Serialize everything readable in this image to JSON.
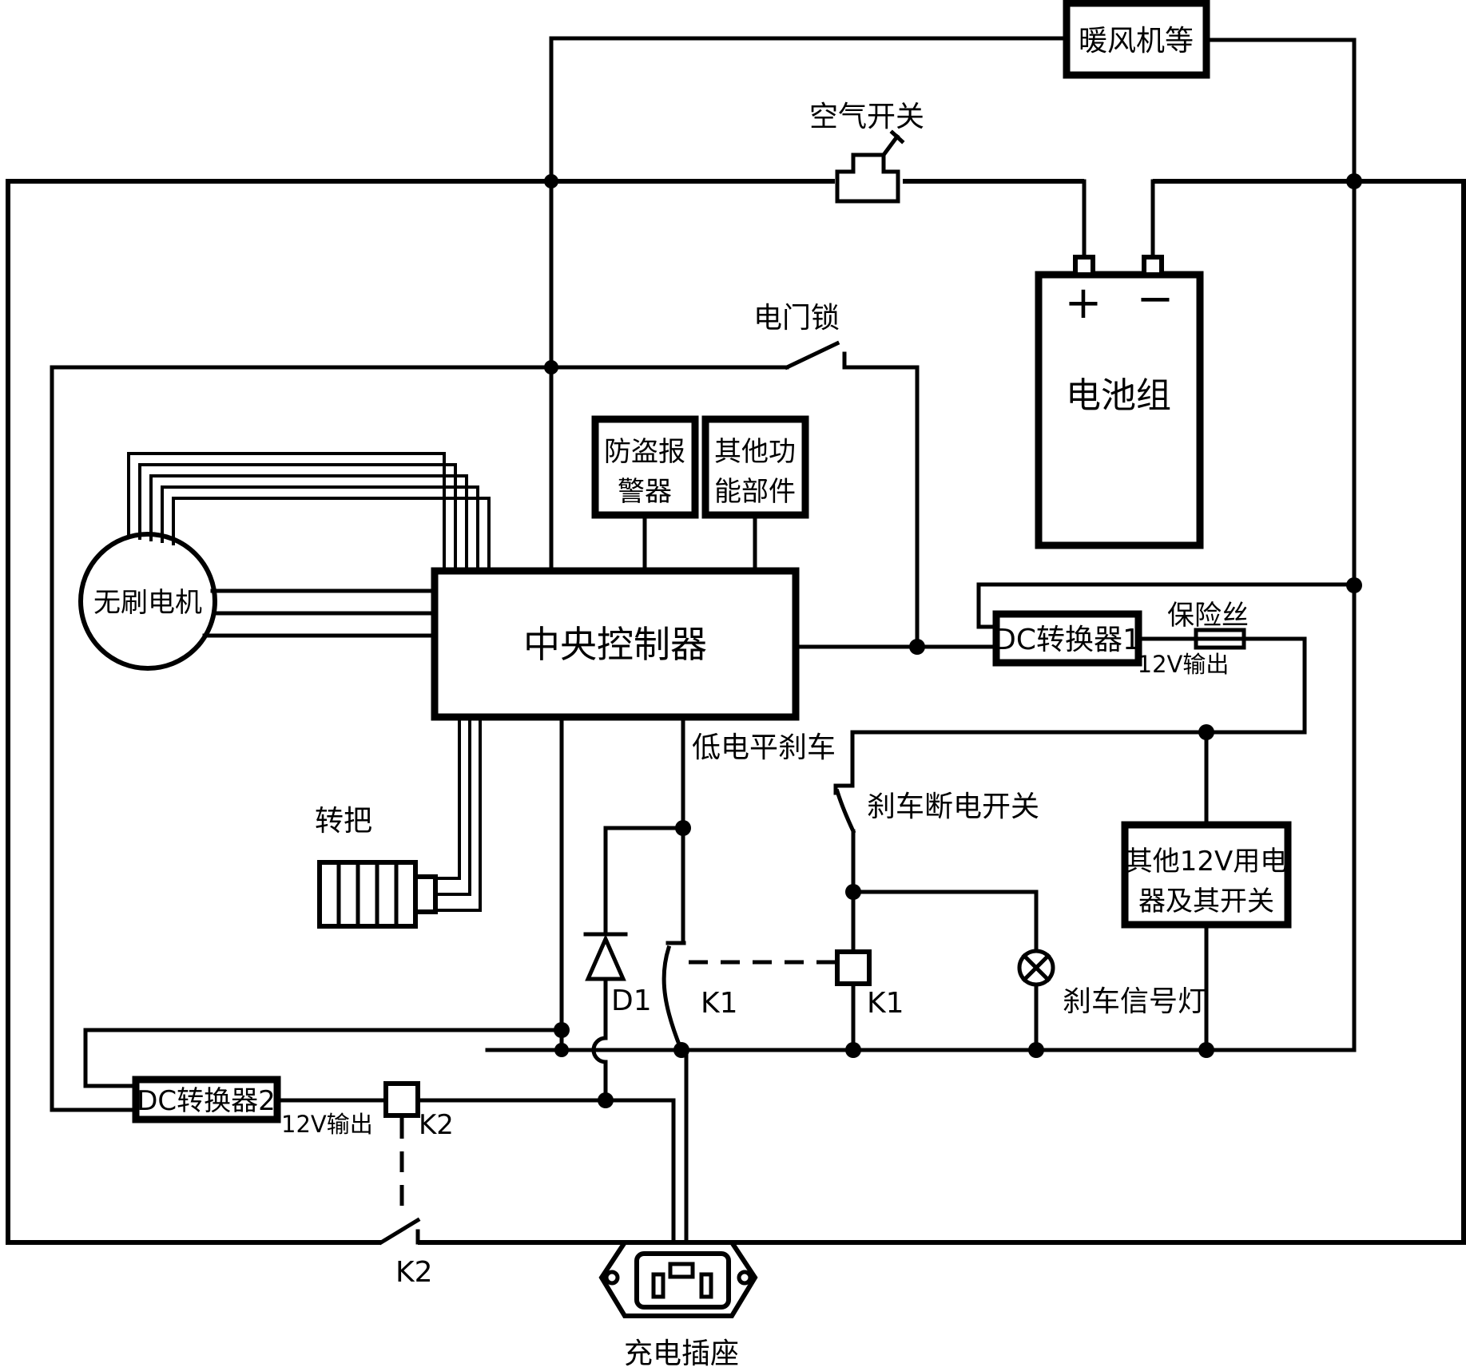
{
  "diagram": {
    "type": "circuit-schematic",
    "language": "zh-CN",
    "colors": {
      "line": "#000000",
      "background": "#ffffff"
    },
    "components": {
      "heater_box": "暖风机等",
      "air_switch": "空气开关",
      "battery": "电池组",
      "battery_plus": "+",
      "battery_minus": "−",
      "ignition_lock": "电门锁",
      "alarm_line1": "防盗报",
      "alarm_line2": "警器",
      "other_func_line1": "其他功",
      "other_func_line2": "能部件",
      "motor": "无刷电机",
      "controller": "中央控制器",
      "dc_converter_1": "DC转换器1",
      "fuse": "保险丝",
      "dc1_output": "12V输出",
      "low_level_brake": "低电平刹车",
      "brake_cutoff_switch": "刹车断电开关",
      "other_12v_line1": "其他12V用电",
      "other_12v_line2": "器及其开关",
      "throttle": "转把",
      "diode_d1": "D1",
      "relay_contact_k1": "K1",
      "relay_coil_k1": "K1",
      "brake_signal_lamp": "刹车信号灯",
      "dc_converter_2": "DC转换器2",
      "dc2_output": "12V输出",
      "relay_coil_k2": "K2",
      "border_switch_k2": "K2",
      "charging_socket": "充电插座"
    }
  }
}
